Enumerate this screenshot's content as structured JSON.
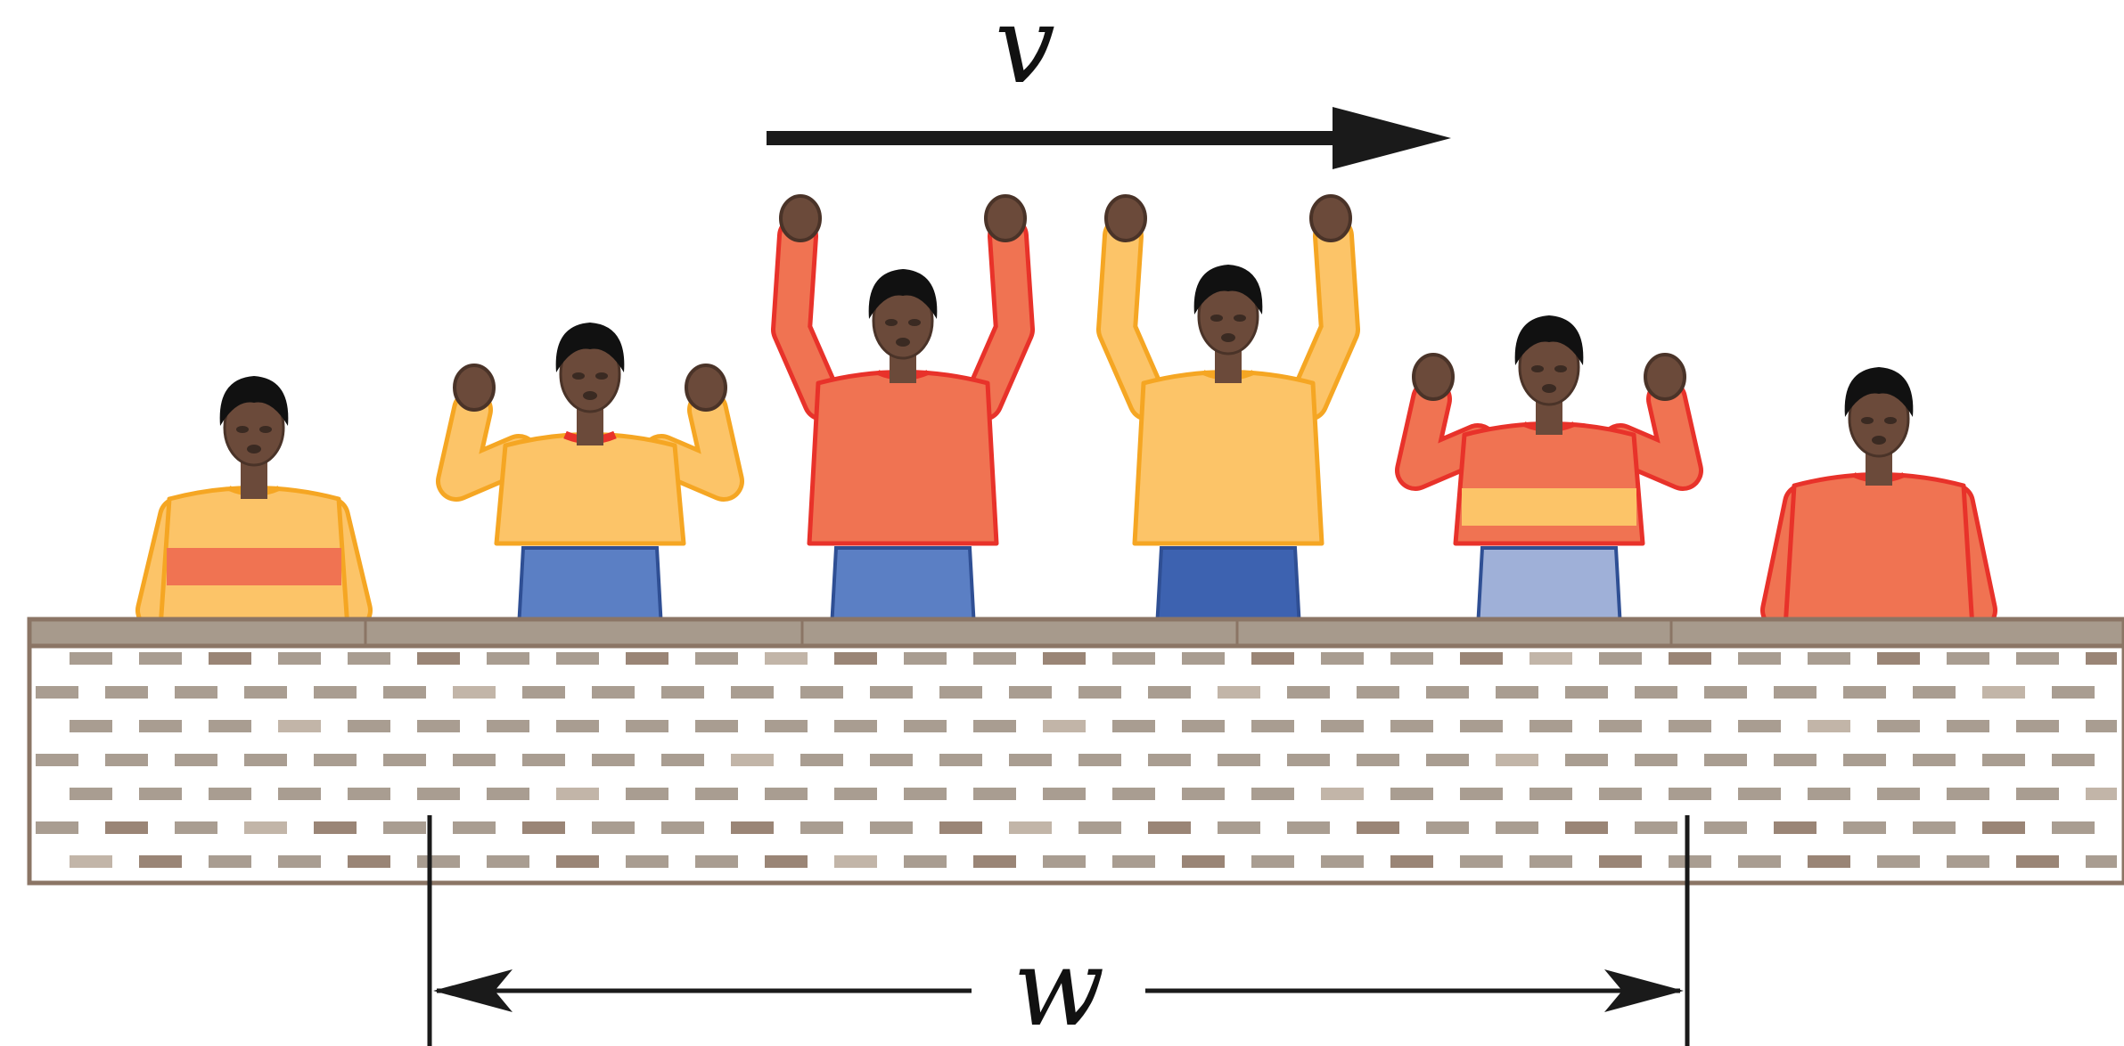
{
  "labels": {
    "velocity": "v",
    "width": "w"
  },
  "colors": {
    "skin": "#6b4a3a",
    "skin_dark": "#4a3328",
    "hair": "#111111",
    "orange_shirt": "#f07352",
    "orange_outline": "#e8322a",
    "yellow_shirt": "#fcc468",
    "yellow_outline": "#f5a623",
    "pants_blue": "#5b7fc4",
    "pants_blue_dark": "#3d62b0",
    "pants_light": "#9fb0d8",
    "wall_fill": "#ffffff",
    "wall_cap": "#a79a8c",
    "wall_outline": "#8b7565",
    "brick": "#a99d91",
    "arrow": "#1a1a1a"
  },
  "people": [
    {
      "pose": "arms-down",
      "shirt": "yellow",
      "stripe": "orange"
    },
    {
      "pose": "arms-half-raised",
      "shirt": "yellow",
      "collar": "red"
    },
    {
      "pose": "arms-raised",
      "shirt": "orange"
    },
    {
      "pose": "arms-raised",
      "shirt": "yellow"
    },
    {
      "pose": "arms-half-raised",
      "shirt": "orange",
      "stripe": "yellow"
    },
    {
      "pose": "arms-down",
      "shirt": "orange"
    }
  ]
}
